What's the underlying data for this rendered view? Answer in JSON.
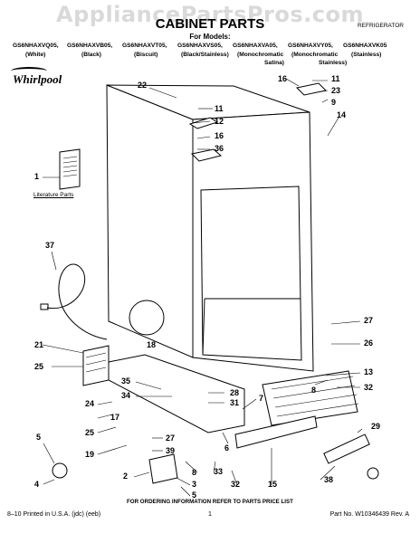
{
  "watermark": "AppliancePartsPros.com",
  "header": {
    "title": "CABINET PARTS",
    "category": "REFRIGERATOR",
    "models_label": "For Models:",
    "models": [
      "GS6NHAXVQ05,",
      "GS6NHAXVB05,",
      "GS6NHAXVT05,",
      "GS6NHAXVS05,",
      "GS6NHAXVA05,",
      "GS6NHAXVY05,",
      "GS6NHAXVK05"
    ],
    "colors": [
      "(White)",
      "(Black)",
      "(Biscuit)",
      "(Black/Stainless)",
      "(Monochromatic",
      "(Monochromatic",
      "(Stainless)"
    ],
    "colors_line2": [
      "Satina)",
      "Stainless)"
    ]
  },
  "brand": "Whirlpool",
  "literature_label": "Literature Parts",
  "callouts": [
    "22",
    "16",
    "11",
    "23",
    "9",
    "14",
    "11",
    "12",
    "16",
    "36",
    "1",
    "37",
    "18",
    "21",
    "25",
    "27",
    "26",
    "13",
    "8",
    "32",
    "35",
    "34",
    "28",
    "31",
    "7",
    "24",
    "17",
    "25",
    "19",
    "27",
    "39",
    "6",
    "29",
    "5",
    "4",
    "2",
    "3",
    "8",
    "33",
    "32",
    "15",
    "38",
    "5"
  ],
  "footer": {
    "ordering": "FOR ORDERING INFORMATION REFER TO PARTS PRICE LIST",
    "printed": "8–10 Printed in U.S.A. (jdc) (eeb)",
    "page": "1",
    "part_no": "Part No. W10346439 Rev. A"
  },
  "colors": {
    "ink": "#000000",
    "watermark": "#d9d9d9",
    "background": "#ffffff"
  }
}
